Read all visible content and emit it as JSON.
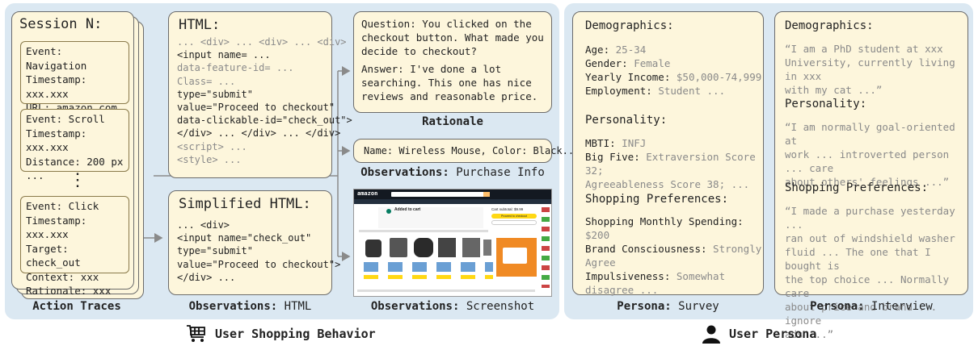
{
  "colors": {
    "panel": "#dbe8f2",
    "card": "#fdf6dc",
    "border": "#6b6b6b",
    "muted": "#8a8a8a"
  },
  "session": {
    "title": "Session N:",
    "events": [
      {
        "lines": [
          "Event: Navigation",
          "Timestamp: xxx.xxx",
          "URL: amazon.com",
          "..."
        ]
      },
      {
        "lines": [
          "Event: Scroll",
          "Timestamp: xxx.xxx",
          "Distance: 200 px",
          "..."
        ]
      },
      {
        "lines": [
          "Event: Click",
          "Timestamp: xxx.xxx",
          "Target: check_out",
          "Context: xxx",
          "Rationale: xxx"
        ]
      }
    ],
    "ellipsis": "⋮"
  },
  "html_card": {
    "title": "HTML:",
    "lines": [
      {
        "t": "... <div> ... <div> ... <div>",
        "muted": true
      },
      {
        "t": "<input name= ...",
        "muted": false
      },
      {
        "t": "data-feature-id= ...",
        "muted": true
      },
      {
        "t": "Class= ...",
        "muted": true
      },
      {
        "t": "type=\"submit\"",
        "muted": false
      },
      {
        "t": "value=\"Proceed to checkout\"",
        "muted": false
      },
      {
        "t": "data-clickable-id=\"check_out\">",
        "muted": false
      },
      {
        "t": "</div> ... </div> ... </div>",
        "muted": false
      },
      {
        "t": "<script> ...",
        "muted": true
      },
      {
        "t": "<style> ...",
        "muted": true
      }
    ]
  },
  "simplified_card": {
    "title": "Simplified HTML:",
    "lines": [
      " ... <div>",
      "<input name=\"check_out\"",
      "type=\"submit\"",
      "value=\"Proceed to checkout\">",
      "</div> ..."
    ]
  },
  "rationale_card": {
    "question_label": "Question:",
    "question": "You clicked on the checkout button. What made you decide to checkout?",
    "answer_label": "Answer:",
    "answer": "I've done a lot searching. This one has nice reviews and reasonable price."
  },
  "purchase_card": {
    "text": "Name: Wireless Mouse, Color: Black..."
  },
  "screenshot": {
    "logo": "amazon",
    "added": "Added to cart",
    "order": "Cart subtotal: $9.99",
    "checkout": "Proceed to checkout"
  },
  "captions": {
    "action_traces": "Action Traces",
    "obs_html_bold": "Observations:",
    "obs_html_rest": "HTML",
    "rationale": "Rationale",
    "obs_purchase_bold": "Observations:",
    "obs_purchase_rest": "Purchase Info",
    "obs_screenshot_bold": "Observations:",
    "obs_screenshot_rest": "Screenshot",
    "persona_survey_bold": "Persona:",
    "persona_survey_rest": "Survey",
    "persona_interview_bold": "Persona:",
    "persona_interview_rest": "Interview"
  },
  "survey": {
    "demographics": "Demographics:",
    "demo_items": [
      {
        "k": "Age:",
        "v": "25-34"
      },
      {
        "k": "Gender:",
        "v": "Female"
      },
      {
        "k": "Yearly Income:",
        "v": "$50,000-74,999"
      },
      {
        "k": "Employment:",
        "v": "Student ..."
      }
    ],
    "personality": "Personality:",
    "mbti_k": "MBTI:",
    "mbti_v": "INFJ",
    "bigfive_k": "Big Five:",
    "bigfive_v": "Extraversion Score 32;",
    "bigfive_v2": "Agreeableness Score 38; ...",
    "shopping": "Shopping Preferences:",
    "spend_k": "Shopping Monthly Spending:",
    "spend_v": "$200",
    "brand_k": "Brand Consciousness:",
    "brand_v": "Strongly",
    "brand_v2": "Agree",
    "impulse_k": "Impulsiveness:",
    "impulse_v": "Somewhat",
    "impulse_v2": "disagree ..."
  },
  "interview": {
    "demographics": "Demographics:",
    "demo_quote": [
      "“I am a PhD student at xxx",
      "University, currently living in xxx",
      "with my cat ...”"
    ],
    "personality": "Personality:",
    "pers_quote": [
      "“I am normally goal-oriented at",
      "work ... introverted person ... care",
      "about others' feelings ...”"
    ],
    "shopping": "Shopping Preferences:",
    "shop_quote": [
      "“I made a purchase yesterday ...",
      "ran out of windshield washer",
      "fluid ... The one that I bought is",
      "the top choice ... Normally care",
      "about price and brand ... ignore",
      "ads ...”"
    ]
  },
  "bottom": {
    "left": "User Shopping Behavior",
    "right": "User Persona"
  }
}
